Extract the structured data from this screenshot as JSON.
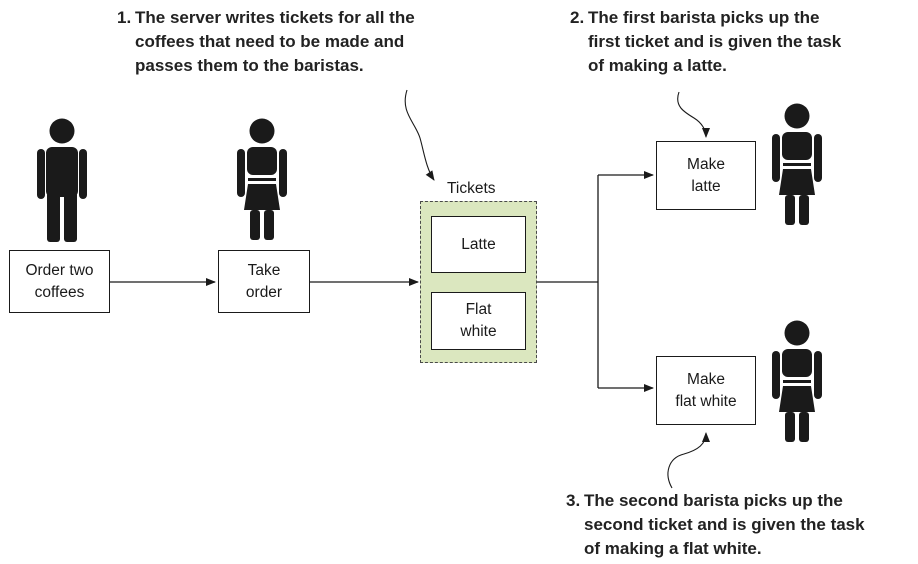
{
  "annotations": {
    "note1": {
      "number": "1.",
      "lines": [
        "The server writes tickets for all the",
        "coffees that need to be made and",
        "passes them to the baristas."
      ]
    },
    "note2": {
      "number": "2.",
      "lines": [
        "The first barista picks up the",
        "first ticket and is given the task",
        "of making a latte."
      ]
    },
    "note3": {
      "number": "3.",
      "lines": [
        "The second barista picks up the",
        "second ticket and is given the task",
        "of making a flat white."
      ]
    }
  },
  "boxes": {
    "order": [
      "Order two",
      "coffees"
    ],
    "take_order": [
      "Take",
      "order"
    ],
    "latte": [
      "Latte"
    ],
    "flat_white": [
      "Flat",
      "white"
    ],
    "make_latte": [
      "Make",
      "latte"
    ],
    "make_flat_white": [
      "Make",
      "flat white"
    ]
  },
  "tickets_label": "Tickets",
  "people": {
    "customer": "man-icon",
    "server": "woman-icon",
    "barista1": "woman-icon",
    "barista2": "woman-icon"
  },
  "colors": {
    "ink": "#1a1a1a",
    "tickets_fill": "#dbe7bf",
    "tickets_border": "#4a4a4a"
  }
}
